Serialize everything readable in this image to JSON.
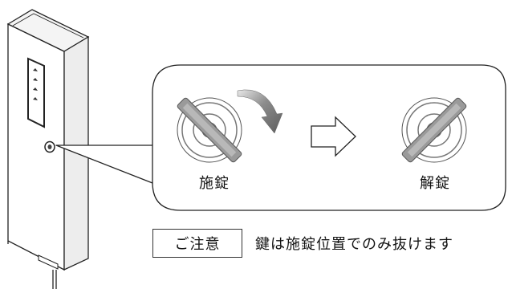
{
  "labels": {
    "lock": "施錠",
    "unlock": "解錠"
  },
  "caution": {
    "badge": "ご注意",
    "message": "鍵は施錠位置でのみ抜けます"
  },
  "colors": {
    "line": "#222222",
    "arrow_gray": "#6b6b6b",
    "key_gray": "#9a9a9a",
    "panel_light": "#f4f4f4"
  },
  "icons": [
    "rotate-arrow-icon",
    "right-arrow-icon",
    "key-cylinder-icon"
  ]
}
